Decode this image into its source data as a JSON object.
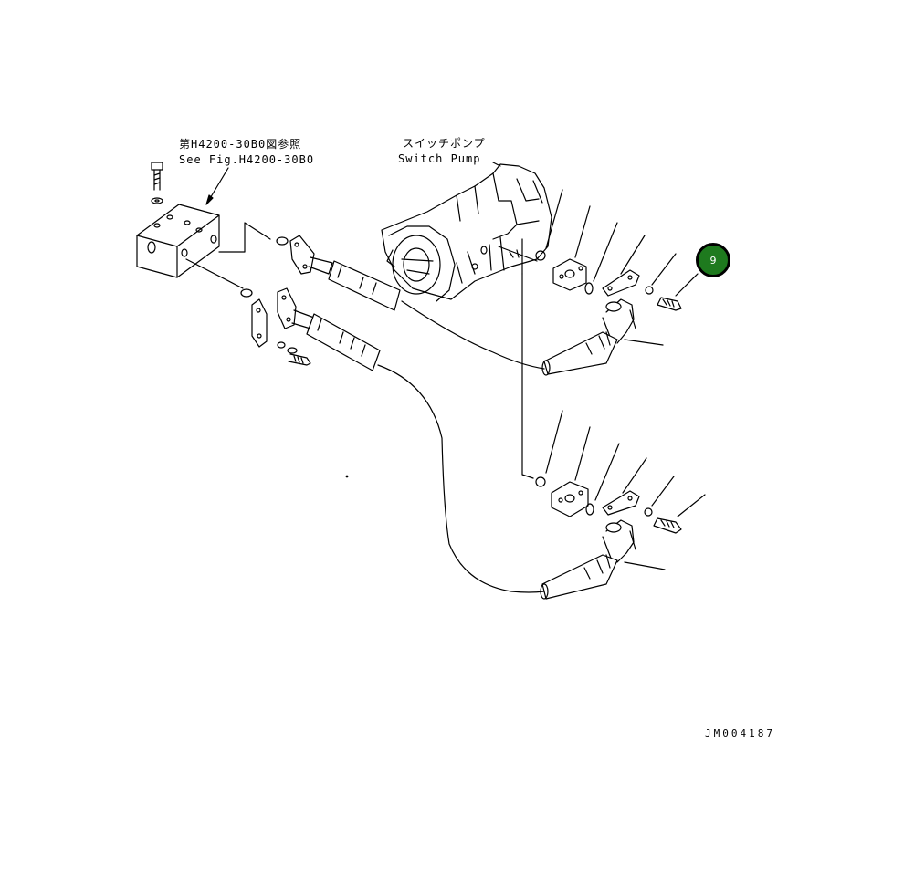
{
  "labels": {
    "ref_jp": "第H4200-30B0図参照",
    "ref_en": "See Fig.H4200-30B0",
    "pump_jp": "スイッチポンプ",
    "pump_en": "Switch Pump",
    "drawing_id": "JM004187"
  },
  "callouts": [
    {
      "number": "9",
      "color": "#1e7a1e"
    }
  ]
}
